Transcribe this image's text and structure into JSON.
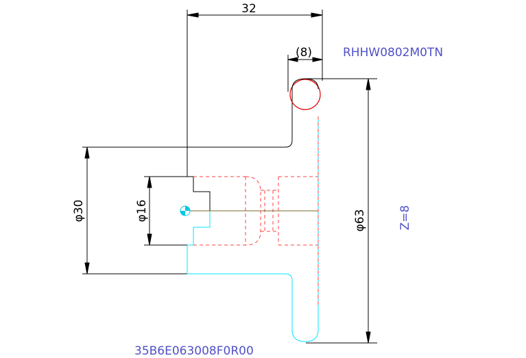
{
  "drawing": {
    "part_code": "RHHW0802M0TN",
    "drawing_number": "35B6E063008F0R00",
    "teeth": "Z=8"
  },
  "dimensions": {
    "width_total": "32",
    "width_hub": "(8)",
    "dia_outer": "φ63",
    "dia_hub": "φ30",
    "dia_bore": "φ16"
  },
  "colors": {
    "outline": "#000000",
    "hidden": "#ff4040",
    "lower_outline": "#00e5ff",
    "label": "#5050c8",
    "centerline": "#7a6a2a",
    "tooth": "#e00000"
  }
}
